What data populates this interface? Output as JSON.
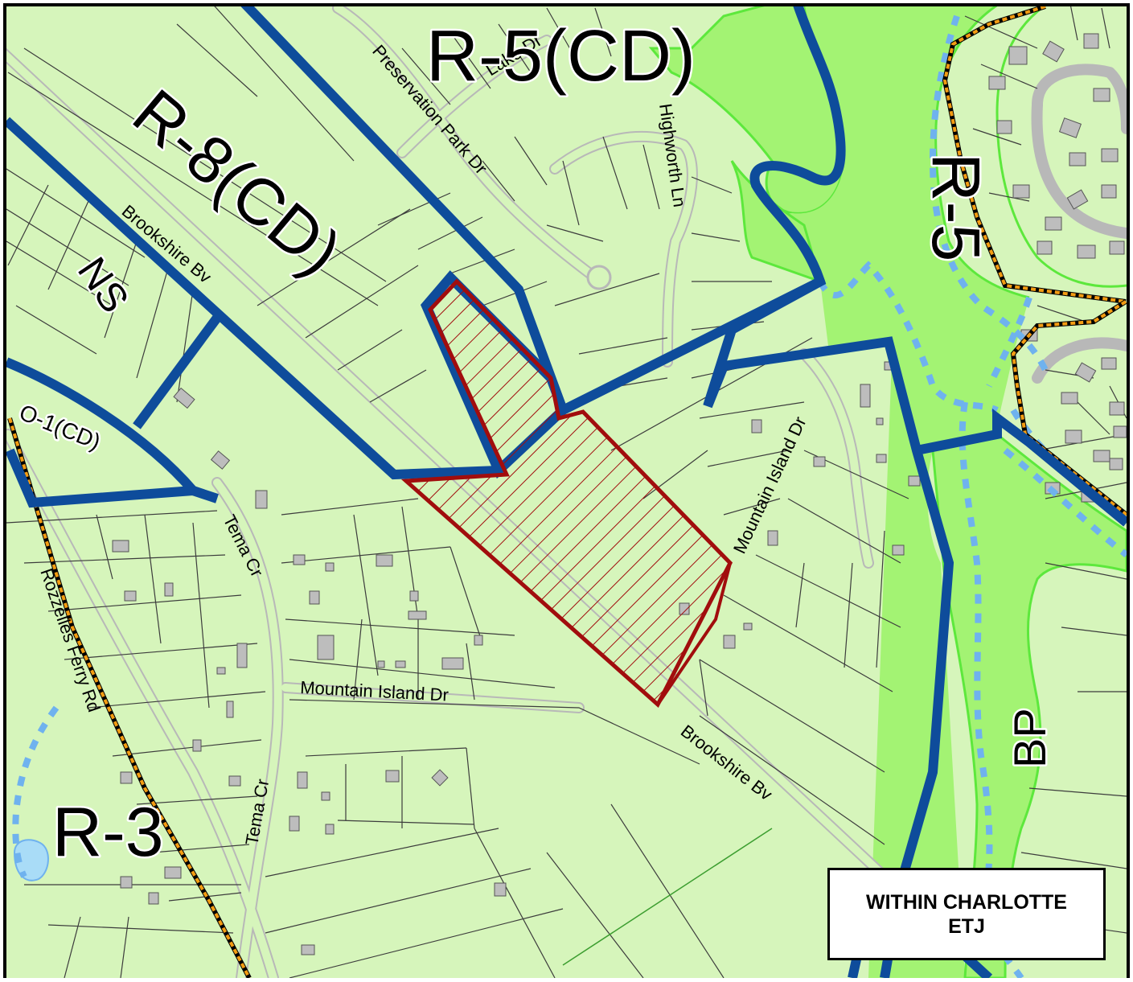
{
  "colors": {
    "background": "#d6f5bb",
    "floodplain": "#a3f373",
    "zoning_boundary": "#0e4c9b",
    "subject_parcel": "#a10d0d",
    "etj_line": "#f39c12",
    "floodway_dash": "#6fb2ee",
    "pond": "#a9dcf7",
    "building": "#bdbdbd",
    "parcel_line": "#3c3c3c",
    "road_line": "#b8b8b8"
  },
  "zones": {
    "r5cd": "R-5(CD)",
    "r8cd": "R-8(CD)",
    "r5": "R-5",
    "ns": "NS",
    "o1cd": "O-1(CD)",
    "r3": "R-3",
    "bp": "BP"
  },
  "streets": {
    "lake_dr": "Lake Dr",
    "preservation_park": "Preservation Park Dr",
    "highworth": "Highworth Ln",
    "brookshire_upper": "Brookshire Bv",
    "brookshire_lower": "Brookshire Bv",
    "mountain_island_upper": "Mountain Island Dr",
    "mountain_island_lower": "Mountain Island Dr",
    "tema_upper": "Tema Cr",
    "tema_lower": "Tema Cr",
    "rozzelles": "Rozzelles Ferry Rd"
  },
  "etj_box": {
    "line1": "WITHIN CHARLOTTE",
    "line2": "ETJ"
  }
}
